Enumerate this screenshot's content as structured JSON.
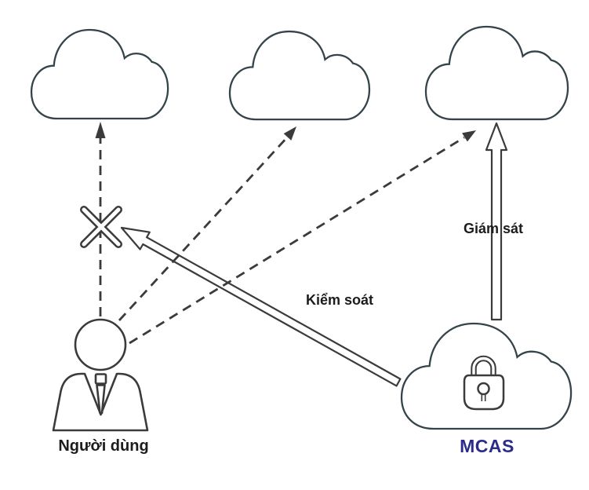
{
  "diagram": {
    "labels": {
      "user": "Người dùng",
      "mcas": "MCAS",
      "monitor": "Giám sát",
      "control": "Kiểm soát"
    },
    "colors": {
      "background": "#ffffff",
      "cloud_outline": "#35444a",
      "line": "#3b3b3b",
      "mcas_text": "#2b2b8a",
      "label_text": "#1c1c1c"
    }
  }
}
